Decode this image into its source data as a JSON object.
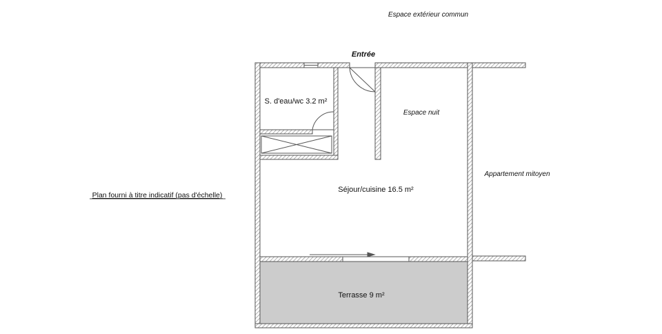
{
  "plan": {
    "labels": {
      "exterior": "Espace extérieur commun",
      "entrance": "Entrée",
      "bathroom": "S. d'eau/wc 3.2 m²",
      "sleeping": "Espace nuit",
      "living": "Séjour/cuisine 16.5 m²",
      "neighbor": "Appartement mitoyen",
      "terrace": "Terrasse 9 m²",
      "disclaimer": "Plan fourni à titre indicatif (pas d'échelle)"
    },
    "colors": {
      "wall_stroke": "#555555",
      "wall_hatch": "#9a9a9a",
      "terrace_fill": "#cccccc",
      "text": "#111111"
    }
  }
}
